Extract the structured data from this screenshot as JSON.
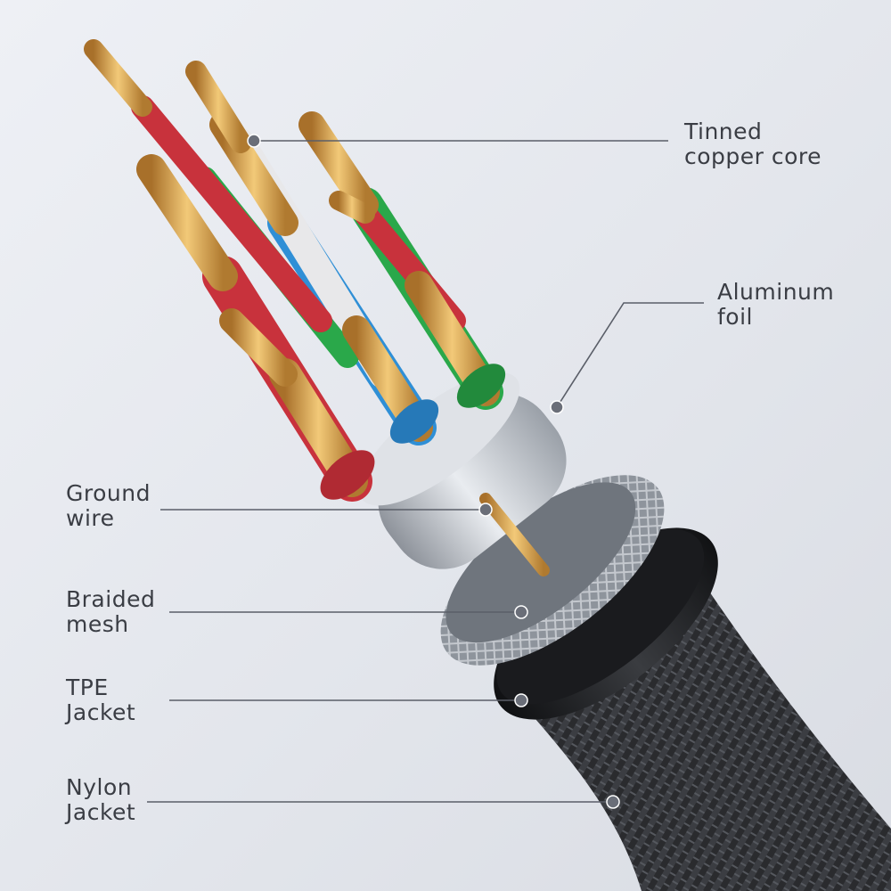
{
  "colors": {
    "background": "#e6e8ee",
    "label_text": "#3a3d44",
    "leader_line": "#5a5e68",
    "copper": "#d8a24a",
    "red_insulation": "#c8323c",
    "green_insulation": "#2aa84a",
    "blue_insulation": "#2f8fd6",
    "white_insulation": "#e8e8ea",
    "aluminum_foil": "#c9cdd4",
    "braided_mesh": "#9aa0a8",
    "tpe_jacket": "#1c1d20",
    "nylon_jacket": "#2a2b2e"
  },
  "labels": {
    "tinned_copper_core": {
      "line1": "Tinned",
      "line2": "copper core"
    },
    "aluminum_foil": {
      "line1": "Aluminum",
      "line2": "foil"
    },
    "ground_wire": {
      "line1": "Ground",
      "line2": "wire"
    },
    "braided_mesh": {
      "line1": "Braided",
      "line2": "mesh"
    },
    "tpe_jacket": {
      "line1": "TPE",
      "line2": "Jacket"
    },
    "nylon_jacket": {
      "line1": "Nylon",
      "line2": "Jacket"
    }
  }
}
